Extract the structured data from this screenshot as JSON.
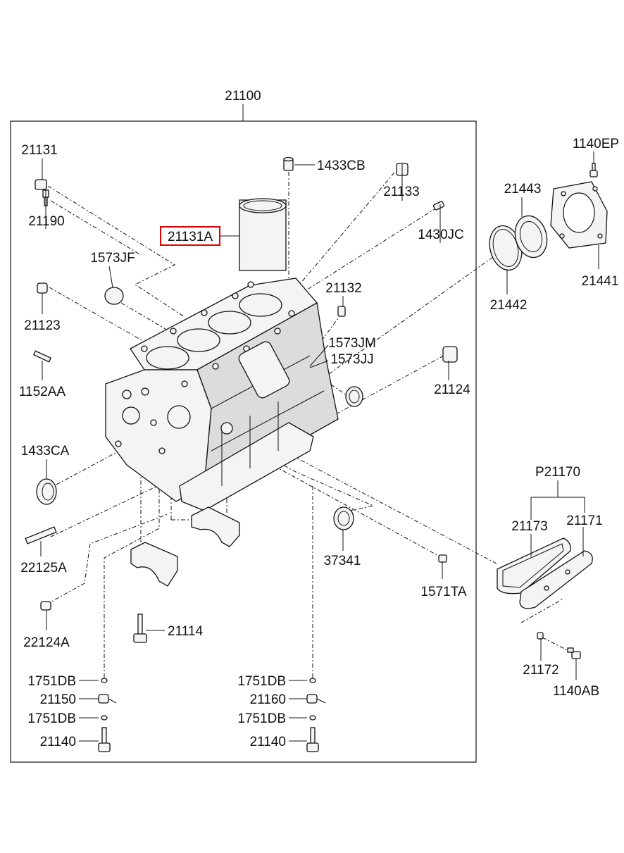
{
  "diagram": {
    "assembly_label": "21100",
    "highlight_color": "#e00000",
    "highlighted_label": "21131A",
    "labels": {
      "l21131": "21131",
      "l21190": "21190",
      "l21123": "21123",
      "l1152AA": "1152AA",
      "l1433CA": "1433CA",
      "l22125A": "22125A",
      "l22124A": "22124A",
      "l1573JF": "1573JF",
      "l1433CB": "1433CB",
      "l21133": "21133",
      "l1430JC": "1430JC",
      "l21132": "21132",
      "l1573JM": "1573JM",
      "l1573JJ": "1573JJ",
      "l21124": "21124",
      "l37341": "37341",
      "l1571TA": "1571TA",
      "l21114": "21114",
      "l1751DB_l1": "1751DB",
      "l21150": "21150",
      "l1751DB_l2": "1751DB",
      "l21140_l": "21140",
      "l1751DB_r1": "1751DB",
      "l21160": "21160",
      "l1751DB_r2": "1751DB",
      "l21140_r": "21140",
      "l1140EP": "1140EP",
      "l21443": "21443",
      "l21441": "21441",
      "l21442": "21442",
      "lP21170": "P21170",
      "l21173": "21173",
      "l21171": "21171",
      "l21172": "21172",
      "l1140AB": "1140AB"
    }
  }
}
